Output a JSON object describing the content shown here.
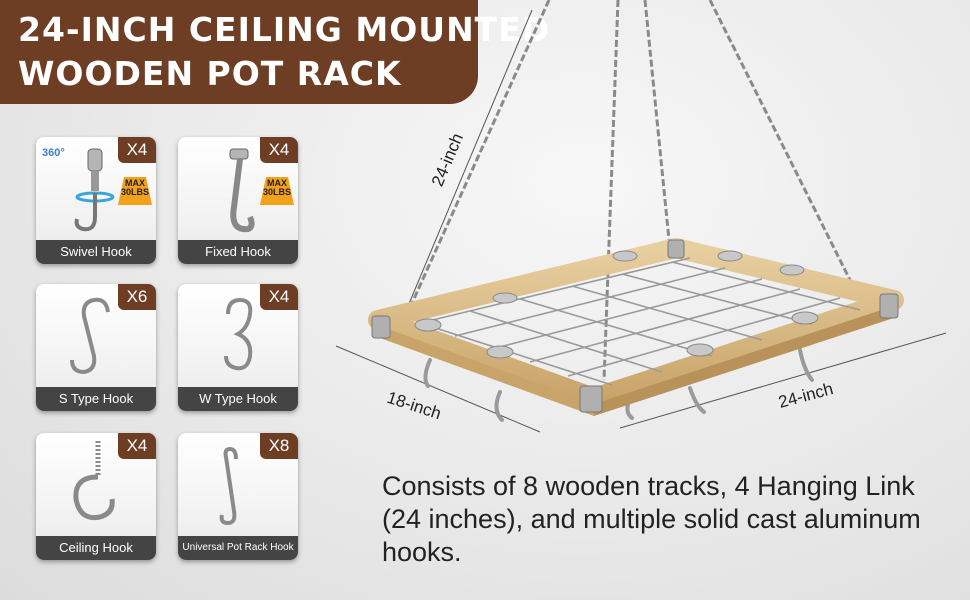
{
  "header": {
    "title_line1": "24-INCH CEILING MOUNTED",
    "title_line2": "WOODEN POT RACK"
  },
  "hooks": [
    {
      "label": "Swivel Hook",
      "qty": "X4",
      "max": "MAX",
      "weight": "30LBS",
      "rotation": "360°"
    },
    {
      "label": "Fixed Hook",
      "qty": "X4",
      "max": "MAX",
      "weight": "30LBS"
    },
    {
      "label": "S Type Hook",
      "qty": "X6"
    },
    {
      "label": "W Type Hook",
      "qty": "X4"
    },
    {
      "label": "Ceiling Hook",
      "qty": "X4"
    },
    {
      "label": "Universal Pot Rack Hook",
      "qty": "X8"
    }
  ],
  "dimensions": {
    "chain": "24-inch",
    "depth": "18-inch",
    "width": "24-inch"
  },
  "description": "Consists of 8 wooden tracks, 4 Hanging Link (24 inches), and multiple solid cast aluminum hooks.",
  "colors": {
    "brand_brown": "#6d3d24",
    "caption_gray": "#444444",
    "wood": "#d9b983"
  }
}
